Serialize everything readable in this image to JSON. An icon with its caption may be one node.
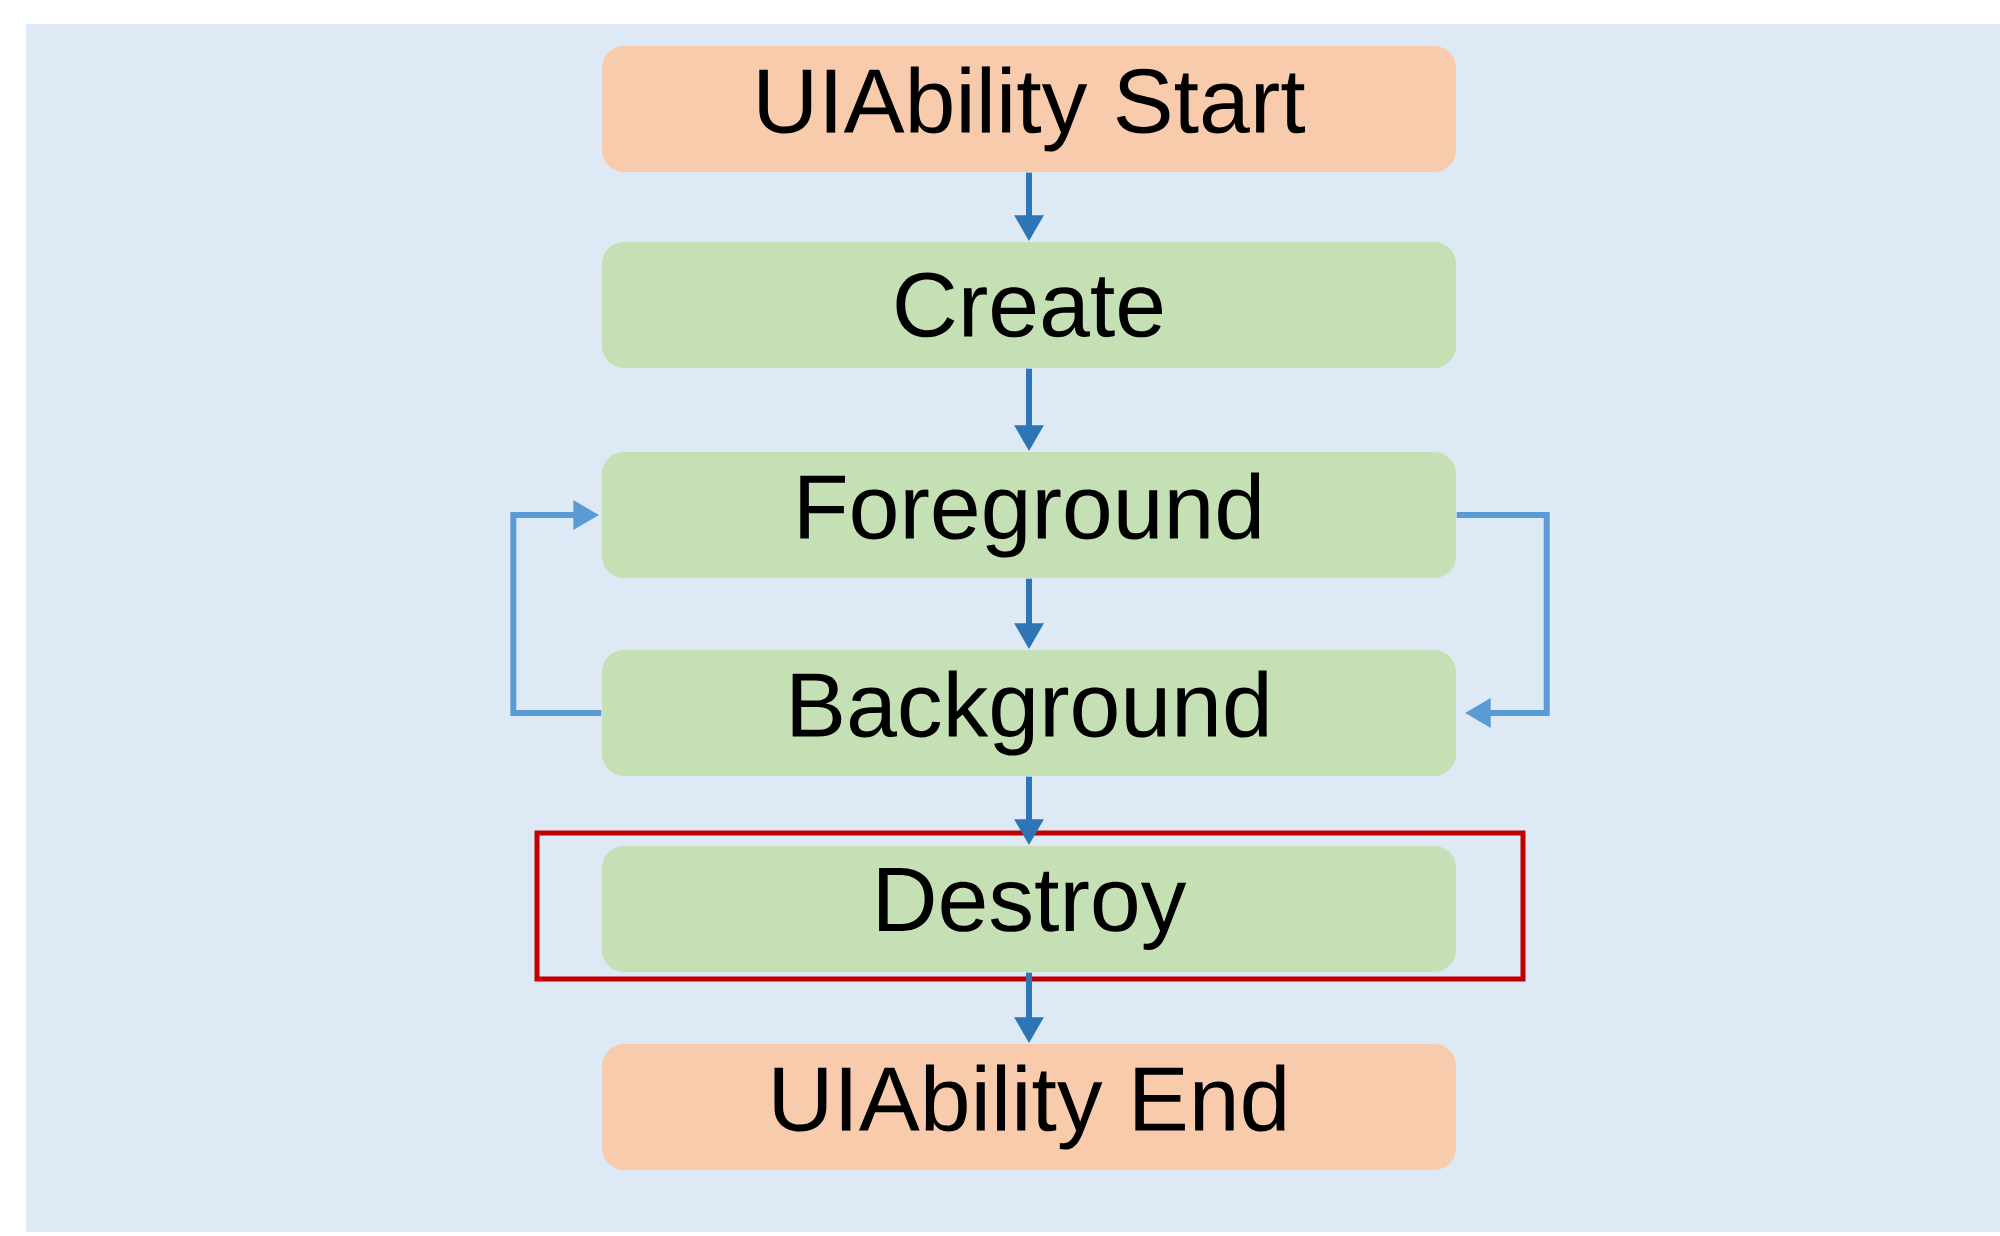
{
  "diagram": {
    "nodes": [
      {
        "text": [
          "UIAbility Start"
        ]
      },
      {
        "text": [
          "Create"
        ]
      },
      {
        "text": [
          "Foreground"
        ]
      },
      {
        "text": [
          "Background"
        ]
      },
      {
        "text": [
          "Destroy"
        ]
      },
      {
        "text": [
          "UIAbility End"
        ]
      }
    ],
    "edges": [
      {
        "from": 0,
        "to": 1,
        "arrow": "to"
      },
      {
        "from": 1,
        "to": 2,
        "arrow": "to"
      },
      {
        "from": 2,
        "to": 3,
        "arrow": "to"
      },
      {
        "from": 3,
        "to": 2,
        "arrow": "to",
        "color": "#5b9bd5"
      },
      {
        "from": 2,
        "to": 3,
        "arrow": "to",
        "color": "#5b9bd5"
      },
      {
        "from": 3,
        "to": 4,
        "arrow": "to"
      },
      {
        "from": 4,
        "to": 5,
        "arrow": "to"
      }
    ]
  }
}
